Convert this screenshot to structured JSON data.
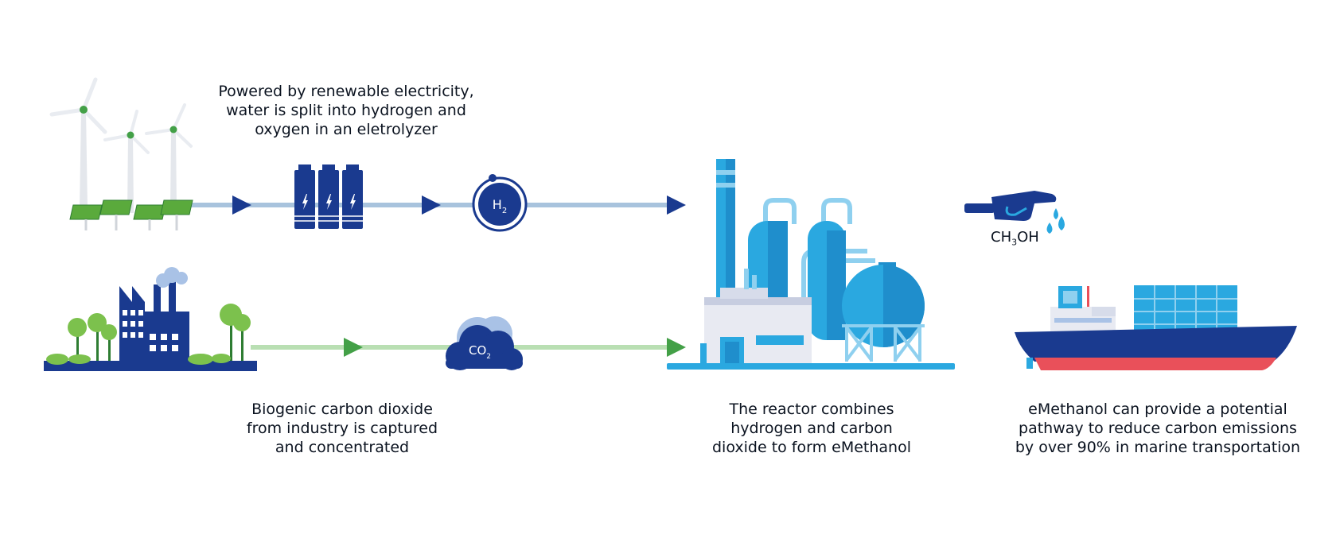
{
  "captions": {
    "electrolyzer": [
      "Powered by renewable electricity,",
      "water is split into hydrogen and",
      "oxygen in an eletrolyzer"
    ],
    "carbon": [
      "Biogenic carbon dioxide",
      "from industry is captured",
      "and concentrated"
    ],
    "reactor": [
      "The reactor combines",
      "hydrogen and carbon",
      "dioxide to form eMethanol"
    ],
    "shipping": [
      "eMethanol can provide a potential",
      "pathway to reduce carbon emissions",
      "by over 90% in marine transportation"
    ]
  },
  "labels": {
    "hydrogen": {
      "main": "H",
      "sub": "2"
    },
    "co2": {
      "main": "CO",
      "sub": "2"
    },
    "methanol": {
      "pre": "CH",
      "sub": "3",
      "post": "OH"
    }
  },
  "colors": {
    "navy": "#1a3a8f",
    "light_blue": "#2aa8e0",
    "pale_blue": "#a8c3dd",
    "green": "#43a047",
    "pale_green": "#b9dfb3",
    "red": "#e9505a"
  }
}
